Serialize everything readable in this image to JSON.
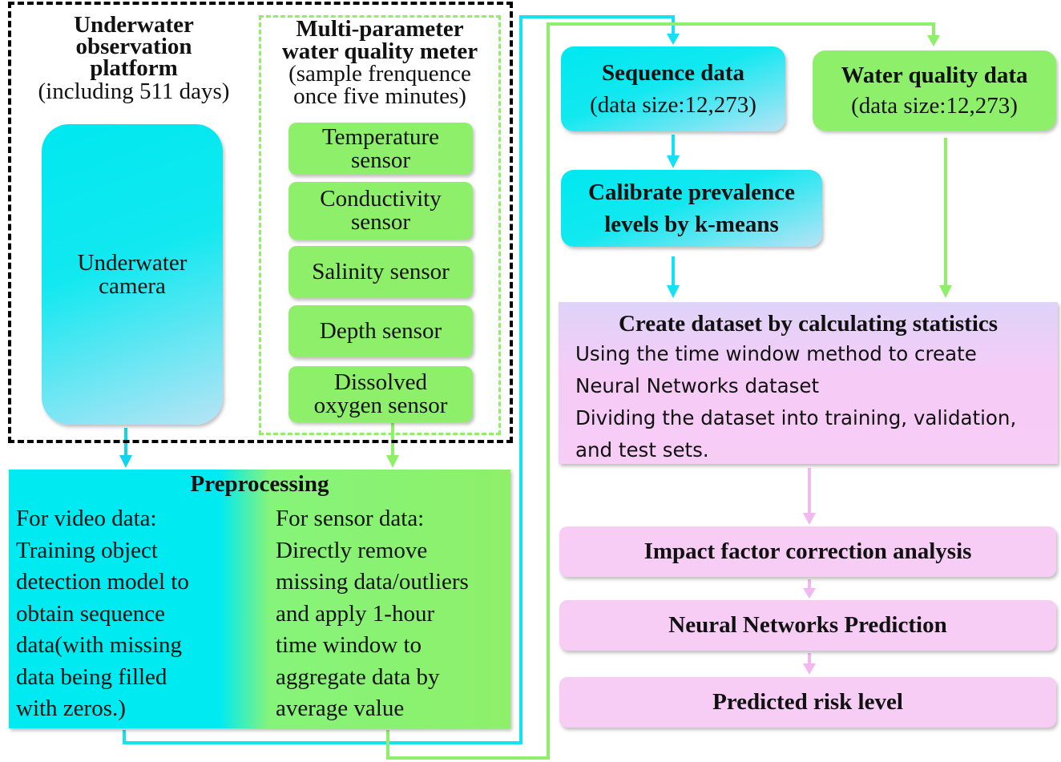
{
  "platform": {
    "title_lines": [
      "Underwater",
      "observation",
      "platform"
    ],
    "subtitle": "(including 511 days)",
    "camera_lines": [
      "Underwater",
      "camera"
    ]
  },
  "meter": {
    "title_lines": [
      "Multi-parameter",
      "water quality meter"
    ],
    "subtitle_lines": [
      "(sample frenquence",
      "once five minutes)"
    ],
    "sensors": [
      {
        "lines": [
          "Temperature",
          "sensor"
        ]
      },
      {
        "lines": [
          "Conductivity",
          "sensor"
        ]
      },
      {
        "lines": [
          "Salinity sensor"
        ]
      },
      {
        "lines": [
          "Depth sensor"
        ]
      },
      {
        "lines": [
          "Dissolved",
          "oxygen sensor"
        ]
      }
    ]
  },
  "preprocessing": {
    "title": "Preprocessing",
    "video_lines": [
      "For video data:",
      "Training object",
      "detection model to",
      "obtain sequence",
      "data(with missing",
      "data being filled",
      "with zeros.)"
    ],
    "sensor_lines": [
      "For sensor data:",
      "Directly remove",
      "missing data/outliers",
      "and apply 1-hour",
      "time window to",
      "aggregate data by",
      "average value"
    ]
  },
  "sequence": {
    "title": "Sequence data",
    "size": "(data size:12,273)"
  },
  "water_quality": {
    "title": "Water quality data",
    "size": "(data size:12,273)"
  },
  "calibrate": {
    "lines": [
      "Calibrate prevalence",
      "levels by k-means"
    ]
  },
  "dataset": {
    "title": "Create dataset by calculating statistics",
    "lines": [
      "Using  the time window method to create",
      "Neural Networks dataset",
      "Dividing the dataset into training, validation,",
      "and test sets."
    ]
  },
  "impact": {
    "title": "Impact factor correction analysis"
  },
  "prediction": {
    "title": "Neural Networks Prediction"
  },
  "risk": {
    "title": "Predicted risk level"
  },
  "colors": {
    "cyan": "#00e8f0",
    "green": "#8ef06a",
    "pink": "#f7ccf5",
    "lavender": "#ded3f9",
    "dashed_black": "#000000",
    "dashed_green": "#90ee6a"
  }
}
